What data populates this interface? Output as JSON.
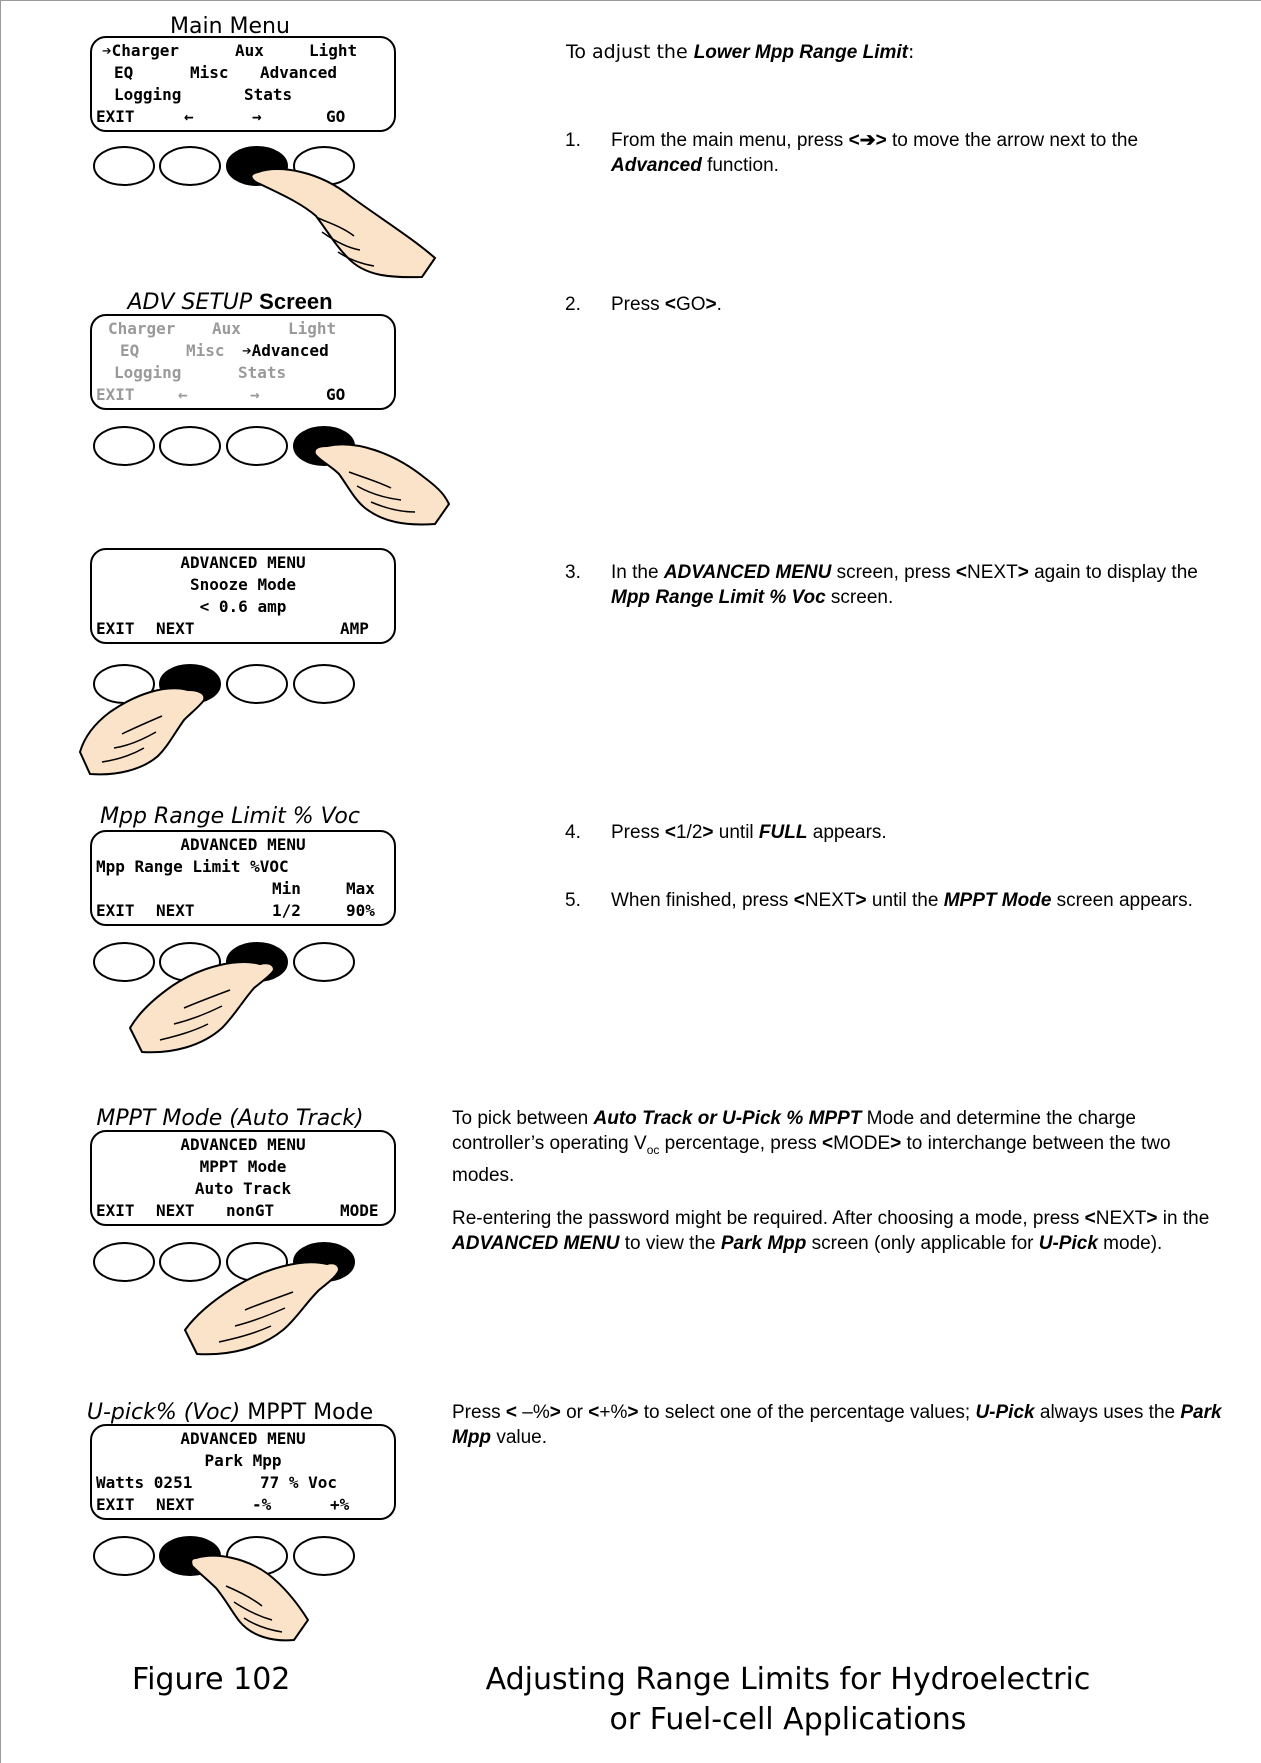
{
  "captions": {
    "main_menu": "Main Menu",
    "adv_setup_italic": "ADV SETUP",
    "adv_setup_bold": "Screen",
    "mpp_range": "Mpp Range Limit % Voc",
    "mppt_auto": "MPPT Mode (Auto Track)",
    "upick_italic": "U-pick% (Voc)",
    "upick_plain": "MPPT Mode"
  },
  "lcd1": {
    "r1": [
      "➔Charger",
      "Aux",
      "Light"
    ],
    "r2": [
      "EQ",
      "Misc",
      "Advanced"
    ],
    "r3": [
      "Logging",
      "Stats"
    ],
    "r4": [
      "EXIT",
      "←",
      "→",
      "GO"
    ]
  },
  "lcd2": {
    "r1": [
      "Charger",
      "Aux",
      "Light"
    ],
    "r2": [
      "EQ",
      "Misc",
      "➔Advanced"
    ],
    "r3": [
      "Logging",
      "Stats"
    ],
    "r4": [
      "EXIT",
      "←",
      "→",
      "GO"
    ]
  },
  "lcd3": {
    "r1": "ADVANCED MENU",
    "r2": "Snooze Mode",
    "r3": "< 0.6 amp",
    "r4": [
      "EXIT",
      "NEXT",
      "AMP"
    ]
  },
  "lcd4": {
    "r1": "ADVANCED MENU",
    "r2": "Mpp Range Limit %VOC",
    "r3": [
      "Min",
      "Max"
    ],
    "r4": [
      "EXIT",
      "NEXT",
      "1/2",
      "90%"
    ]
  },
  "lcd5": {
    "r1": "ADVANCED MENU",
    "r2": "MPPT Mode",
    "r3": "Auto Track",
    "r4": [
      "EXIT",
      "NEXT",
      "nonGT",
      "MODE"
    ]
  },
  "lcd6": {
    "r1": "ADVANCED MENU",
    "r2": "Park Mpp",
    "r3": [
      "Watts 0251",
      "77 % Voc"
    ],
    "r4": [
      "EXIT",
      "NEXT",
      "-%",
      "+%"
    ]
  },
  "instructions": {
    "intro_a": "To adjust the ",
    "intro_b": "Lower Mpp Range Limit",
    "intro_c": ":",
    "s1_num": "1.",
    "s1_a": "From the main menu, press ",
    "s1_b": "<➔>",
    "s1_c": " to move the arrow next to the ",
    "s1_d": "Advanced",
    "s1_e": " function.",
    "s2_num": "2.",
    "s2_a": "Press ",
    "s2_b": "<",
    "s2_c": "GO",
    "s2_d": ">",
    "s2_e": ".",
    "s3_num": "3.",
    "s3_a": "In the ",
    "s3_b": "ADVANCED MENU",
    "s3_c": " screen, press ",
    "s3_d": "<",
    "s3_e": "NEXT",
    "s3_f": ">",
    "s3_g": " again to display the ",
    "s3_h": "Mpp Range Limit % Voc",
    "s3_i": " screen.",
    "s4_num": "4.",
    "s4_a": "Press ",
    "s4_b": "<",
    "s4_c": "1/2",
    "s4_d": ">",
    "s4_e": " until ",
    "s4_f": "FULL",
    "s4_g": " appears.",
    "s5_num": "5.",
    "s5_a": "When finished, press ",
    "s5_b": "<",
    "s5_c": "NEXT",
    "s5_d": ">",
    "s5_e": " until the ",
    "s5_f": "MPPT Mode",
    "s5_g": " screen appears.",
    "p1_a": "To pick between ",
    "p1_b": "Auto Track or U-Pick % MPPT",
    "p1_c": " Mode and determine the charge controller’s operating V",
    "p1_sub": "oc",
    "p1_d": " percentage, press ",
    "p1_e": "<",
    "p1_f": "MODE",
    "p1_g": ">",
    "p1_h": " to interchange between the two modes.",
    "p2_a": "Re-entering the password might be required.  After choosing a mode, press ",
    "p2_b": "<",
    "p2_c": "NEXT",
    "p2_d": ">",
    "p2_e": " in the ",
    "p2_f": "ADVANCED MENU",
    "p2_g": " to view the ",
    "p2_h": "Park Mpp",
    "p2_i": " screen (only applicable for ",
    "p2_j": "U-Pick",
    "p2_k": " mode).",
    "p3_a": "Press ",
    "p3_b": "<",
    "p3_c": " –%",
    "p3_d": ">",
    "p3_e": "  or ",
    "p3_f": "<",
    "p3_g": "+%",
    "p3_h": ">",
    "p3_i": " to select one of the percentage values; ",
    "p3_j": "U-Pick",
    "p3_k": " always uses the ",
    "p3_l": "Park Mpp",
    "p3_m": " value."
  },
  "figure": {
    "number": "Figure 102",
    "title_line1": "Adjusting Range Limits for Hydroelectric",
    "title_line2": "or Fuel-cell Applications"
  },
  "pressed_buttons": [
    3,
    4,
    2,
    3,
    4,
    2
  ],
  "colors": {
    "skin": "#fbe3c9",
    "lcd_dim": "#9a9a9a",
    "frame": "#9a9a9a"
  },
  "icons": [
    "pointing-hand-icon",
    "keypad-button-icon",
    "arrow-right-icon",
    "arrow-left-icon"
  ]
}
